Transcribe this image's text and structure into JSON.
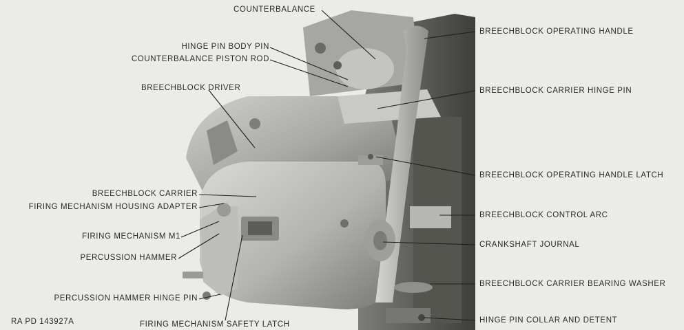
{
  "figure_id": "RA PD 143927A",
  "labels_left": {
    "counterbalance": "COUNTERBALANCE",
    "hinge_pin_body_pin": "HINGE PIN BODY PIN",
    "counterbalance_piston_rod": "COUNTERBALANCE PISTON ROD",
    "breechblock_driver": "BREECHBLOCK DRIVER",
    "breechblock_carrier": "BREECHBLOCK CARRIER",
    "firing_mechanism_housing_adapter": "FIRING MECHANISM HOUSING ADAPTER",
    "firing_mechanism_m1": "FIRING MECHANISM M1",
    "percussion_hammer": "PERCUSSION HAMMER",
    "percussion_hammer_hinge_pin": "PERCUSSION HAMMER HINGE PIN",
    "firing_mechanism_safety_latch": "FIRING MECHANISM SAFETY LATCH"
  },
  "labels_right": {
    "breechblock_operating_handle": "BREECHBLOCK OPERATING HANDLE",
    "breechblock_carrier_hinge_pin": "BREECHBLOCK CARRIER HINGE PIN",
    "breechblock_operating_handle_latch": "BREECHBLOCK OPERATING HANDLE LATCH",
    "breechblock_control_arc": "BREECHBLOCK CONTROL ARC",
    "crankshaft_journal": "CRANKSHAFT JOURNAL",
    "breechblock_carrier_bearing_washer": "BREECHBLOCK CARRIER BEARING WASHER",
    "hinge_pin_collar_and_detent": "HINGE PIN COLLAR AND DETENT"
  }
}
